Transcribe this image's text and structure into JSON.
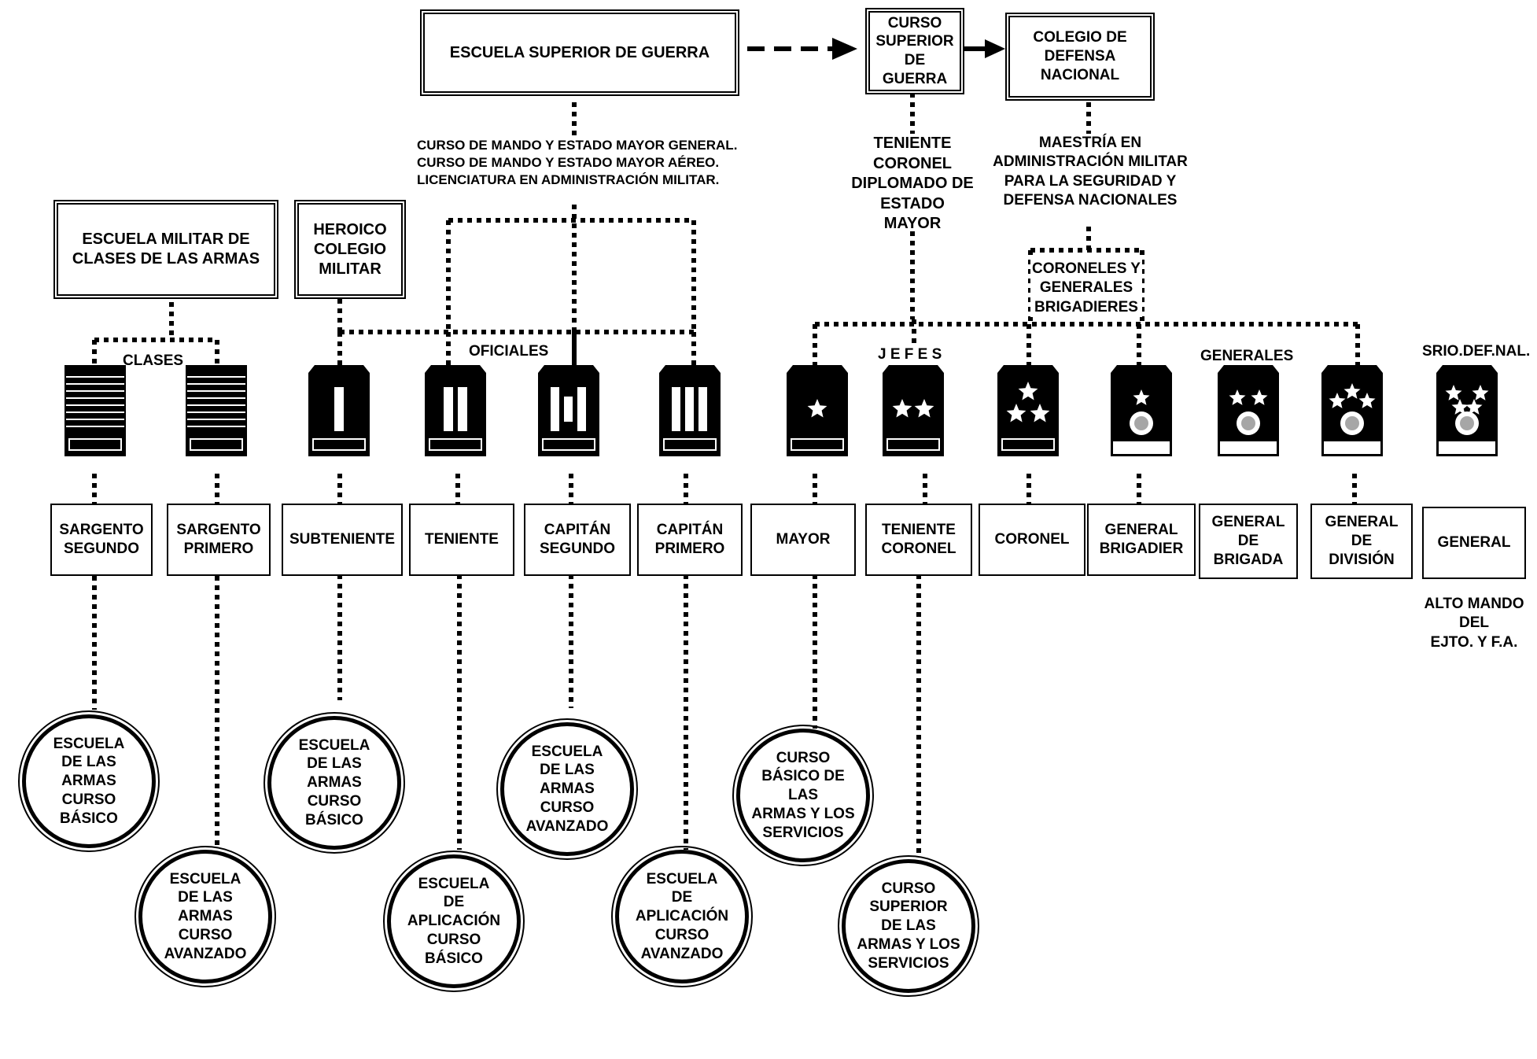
{
  "top_schools": {
    "escuela_superior": "ESCUELA SUPERIOR DE GUERRA",
    "curso_superior": "CURSO\nSUPERIOR\nDE GUERRA",
    "colegio_defensa": "COLEGIO DE\nDEFENSA\nNACIONAL"
  },
  "courses_text": "CURSO DE MANDO Y ESTADO MAYOR GENERAL.\nCURSO DE MANDO Y ESTADO MAYOR AÉREO.\nLICENCIATURA EN ADMINISTRACIÓN MILITAR.",
  "teniente_coronel_text": "TENIENTE\nCORONEL\nDIPLOMADO DE\nESTADO\nMAYOR",
  "maestria_text": "MAESTRÍA EN\nADMINISTRACIÓN MILITAR\nPARA LA SEGURIDAD Y\nDEFENSA NACIONALES",
  "coroneles_text": "CORONELES Y\nGENERALES\nBRIGADIERES",
  "side_schools": {
    "escuela_militar_clases": "ESCUELA MILITAR DE\nCLASES DE LAS ARMAS",
    "heroico_colegio": "HEROICO\nCOLEGIO\nMILITAR"
  },
  "groups": {
    "clases": "CLASES",
    "oficiales": "OFICIALES",
    "jefes": "J E F E S",
    "generales": "GENERALES",
    "srio": "SRIO.DEF.NAL."
  },
  "ranks": [
    {
      "label": "SARGENTO\nSEGUNDO",
      "insignia": "stripes"
    },
    {
      "label": "SARGENTO\nPRIMERO",
      "insignia": "stripes"
    },
    {
      "label": "SUBTENIENTE",
      "insignia": "bar-1"
    },
    {
      "label": "TENIENTE",
      "insignia": "bar-2"
    },
    {
      "label": "CAPITÁN\nSEGUNDO",
      "insignia": "bar-2-half"
    },
    {
      "label": "CAPITÁN\nPRIMERO",
      "insignia": "bar-3"
    },
    {
      "label": "MAYOR",
      "insignia": "star-1"
    },
    {
      "label": "TENIENTE\nCORONEL",
      "insignia": "star-2"
    },
    {
      "label": "CORONEL",
      "insignia": "star-3"
    },
    {
      "label": "GENERAL\nBRIGADIER",
      "insignia": "eagle-star-1"
    },
    {
      "label": "GENERAL\nDE\nBRIGADA",
      "insignia": "eagle-star-2"
    },
    {
      "label": "GENERAL\nDE\nDIVISIÓN",
      "insignia": "eagle-star-3"
    },
    {
      "label": "GENERAL",
      "insignia": "eagle-star-4"
    }
  ],
  "alto_mando": "ALTO MANDO\nDEL\nEJTO. Y F.A.",
  "courses": [
    {
      "label": "ESCUELA\nDE LAS\nARMAS\nCURSO\nBÁSICO"
    },
    {
      "label": "ESCUELA\nDE LAS\nARMAS\nCURSO\nAVANZADO"
    },
    {
      "label": "ESCUELA\nDE LAS ARMAS\nCURSO\nBÁSICO"
    },
    {
      "label": "ESCUELA\nDE APLICACIÓN\nCURSO BÁSICO"
    },
    {
      "label": "ESCUELA\nDE LAS ARMAS\nCURSO\nAVANZADO"
    },
    {
      "label": "ESCUELA\nDE APLICACIÓN\nCURSO\nAVANZADO"
    },
    {
      "label": "CURSO\nBÁSICO DE LAS\nARMAS Y LOS\nSERVICIOS"
    },
    {
      "label": "CURSO\nSUPERIOR\nDE LAS\nARMAS Y LOS\nSERVICIOS"
    }
  ]
}
